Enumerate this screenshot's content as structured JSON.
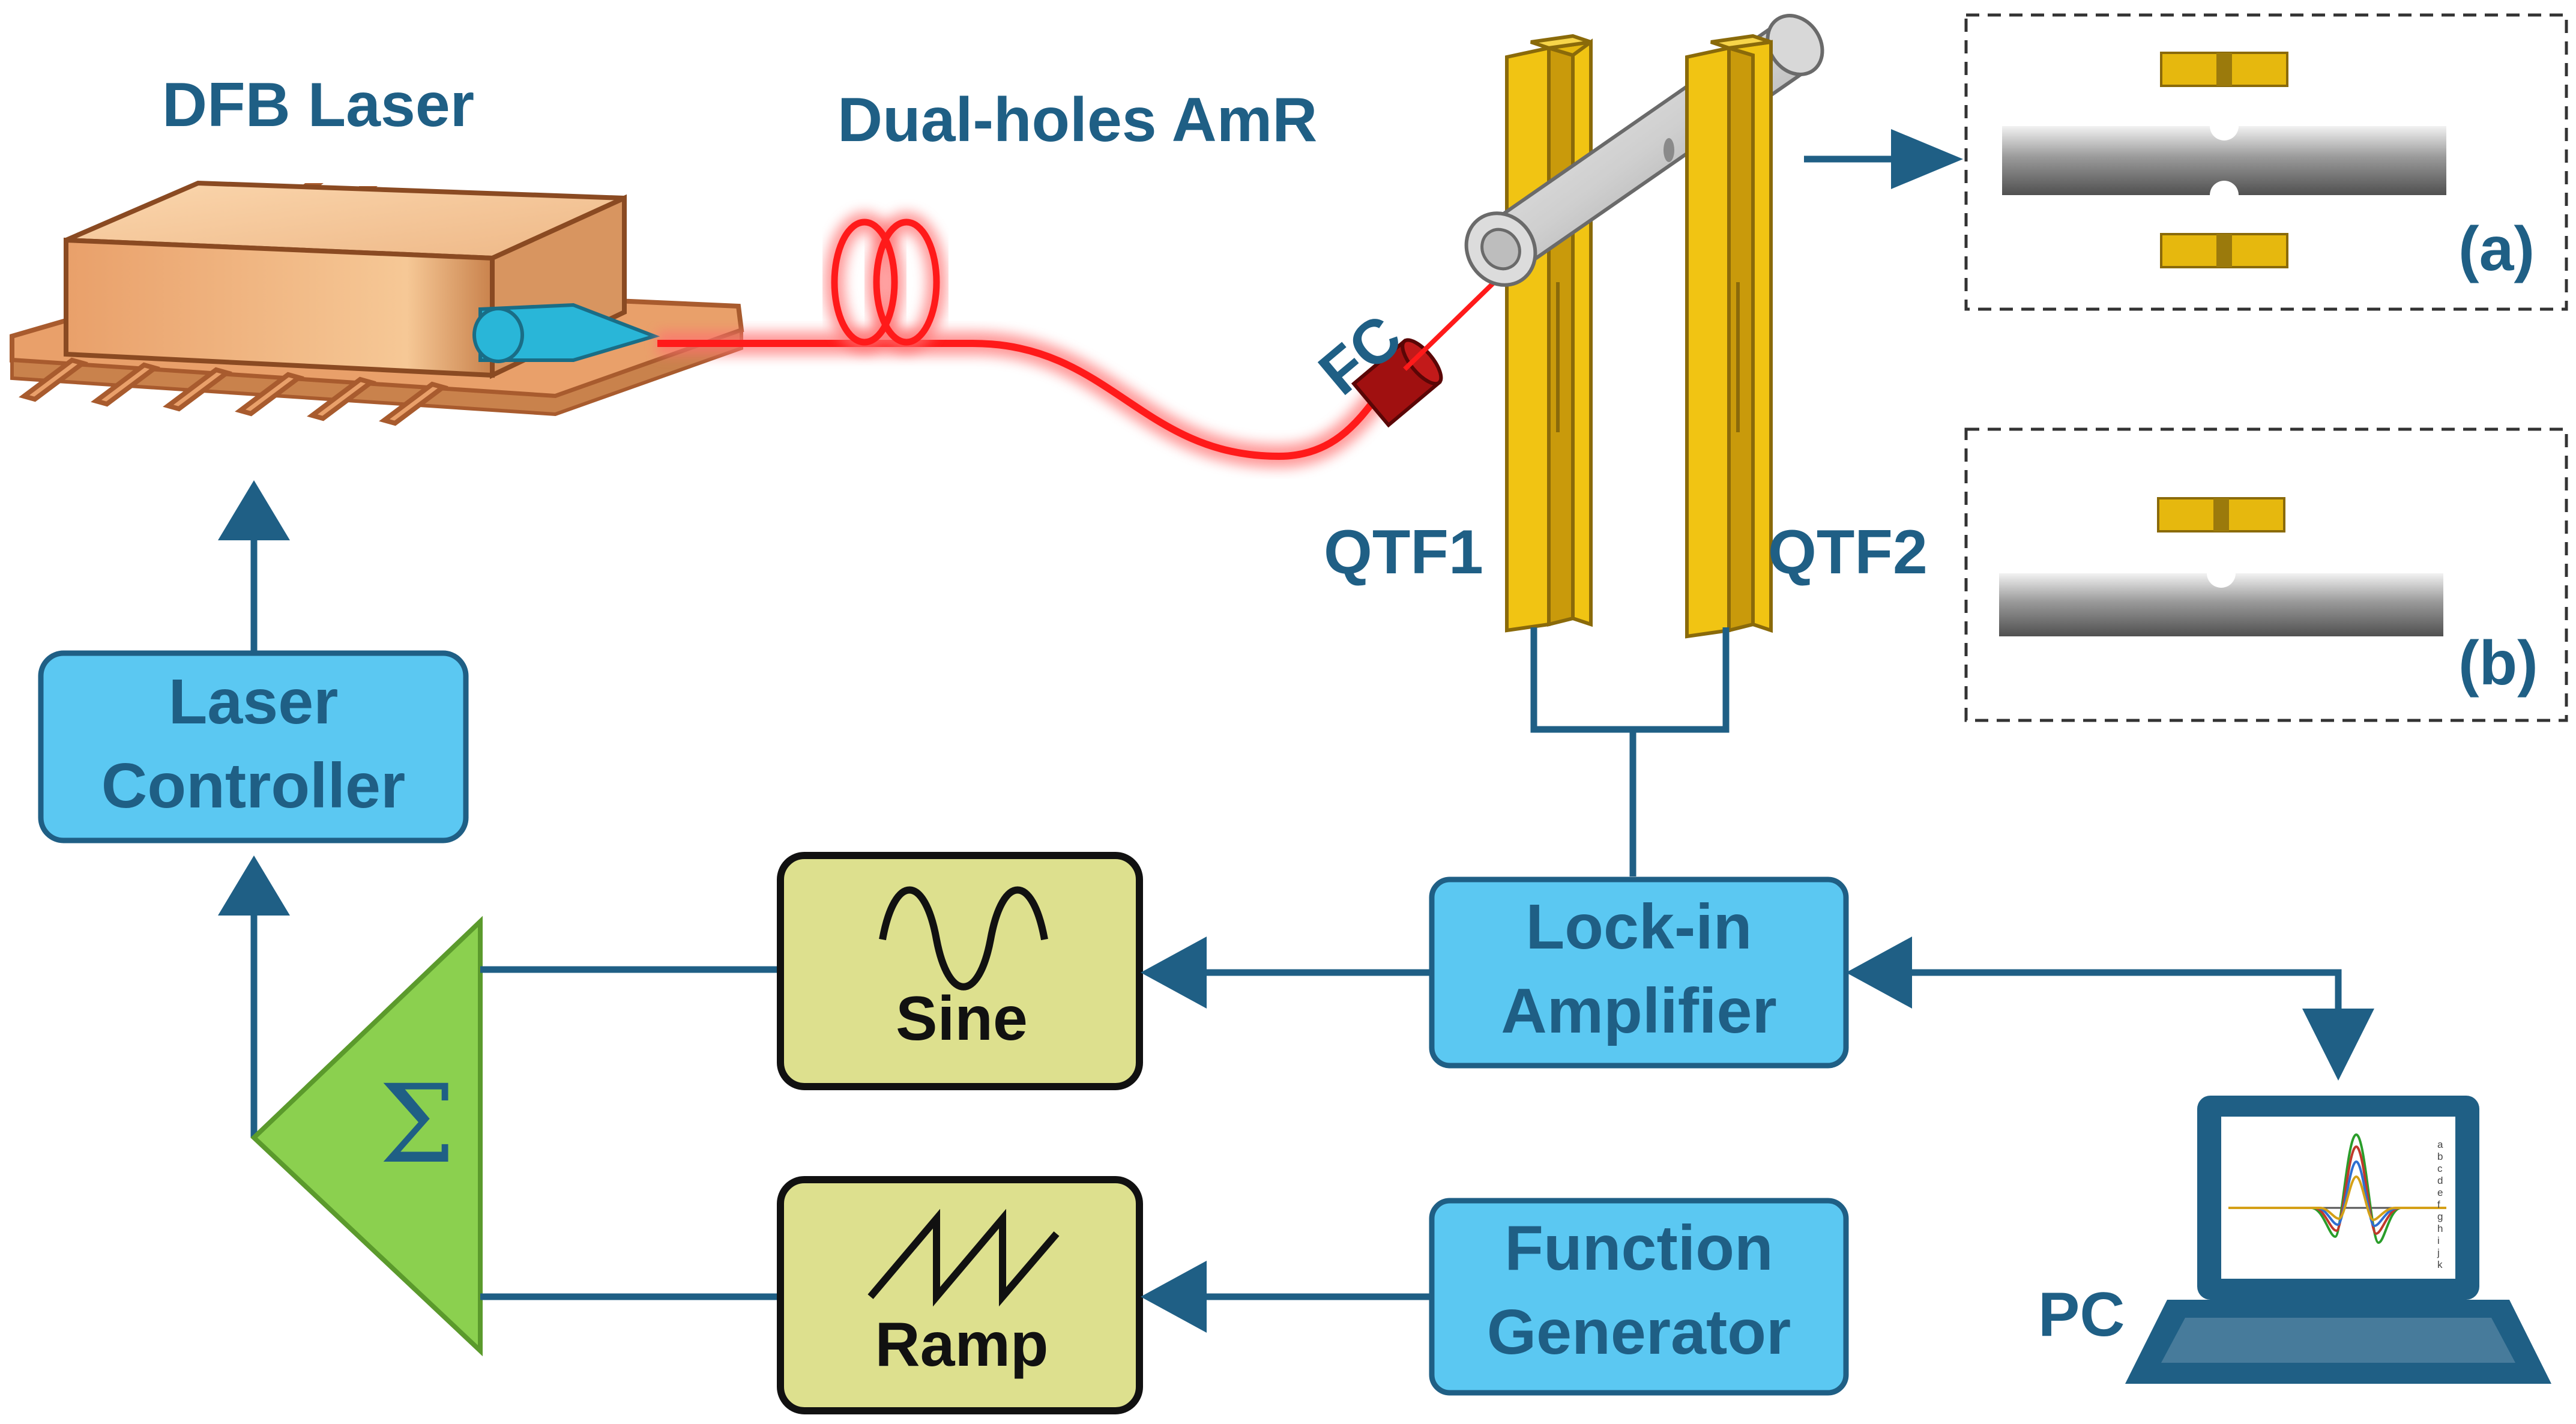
{
  "labels": {
    "dfb_laser": "DFB Laser",
    "amr": "Dual-holes AmR",
    "fc": "FC",
    "qtf1": "QTF1",
    "qtf2": "QTF2",
    "pc": "PC",
    "inset_a": "(a)",
    "inset_b": "(b)",
    "sigma": "Σ"
  },
  "boxes": {
    "laser_controller": {
      "line1": "Laser",
      "line2": "Controller"
    },
    "lock_in": {
      "line1": "Lock-in",
      "line2": "Amplifier"
    },
    "function_gen": {
      "line1": "Function",
      "line2": "Generator"
    },
    "sine": {
      "label": "Sine"
    },
    "ramp": {
      "label": "Ramp"
    }
  },
  "pc_legend": [
    "a",
    "b",
    "c",
    "d",
    "e",
    "f",
    "g",
    "h",
    "i",
    "j",
    "k"
  ],
  "colors": {
    "accent_blue": "#1f5f85",
    "box_blue": "#5bc8f2",
    "box_yellow": "#dde08e",
    "summer_green": "#8bd04f",
    "fiber_red": "#ff1a1a",
    "qtf_gold": "#e6b80e"
  }
}
